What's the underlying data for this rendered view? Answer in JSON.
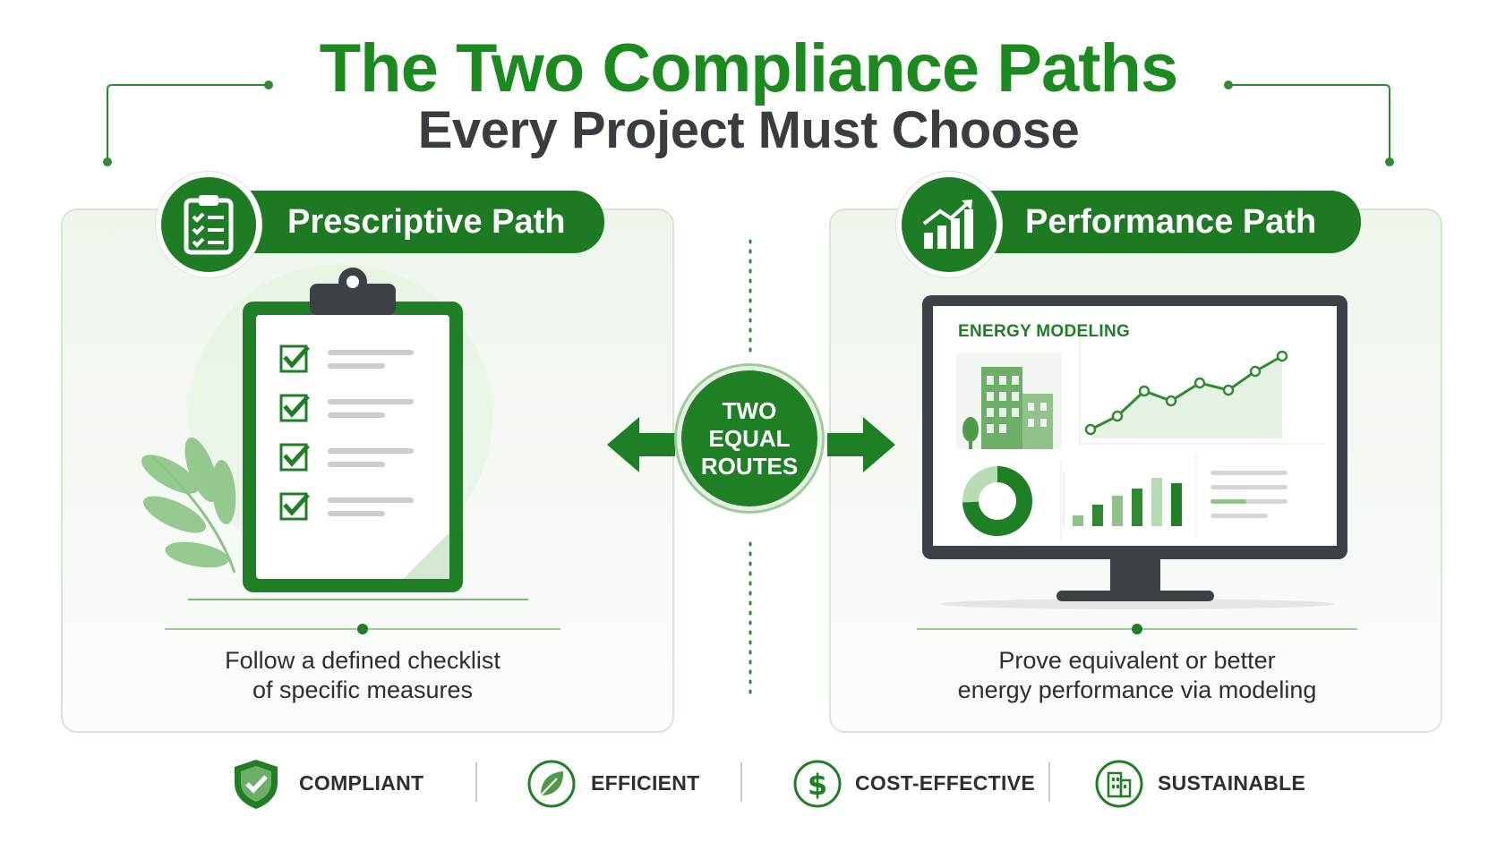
{
  "header": {
    "title": "The Two Compliance Paths",
    "subtitle": "Every Project Must Choose"
  },
  "left_path": {
    "label": "Prescriptive Path",
    "icon": "clipboard-check-icon",
    "description_line1": "Follow a defined checklist",
    "description_line2": "of specific measures"
  },
  "right_path": {
    "label": "Performance Path",
    "icon": "bar-chart-growth-icon",
    "dashboard_title": "ENERGY MODELING",
    "description_line1": "Prove equivalent or better",
    "description_line2": "energy performance via modeling"
  },
  "center": {
    "line1": "TWO",
    "line2": "EQUAL",
    "line3": "ROUTES"
  },
  "features": [
    {
      "label": "COMPLIANT",
      "icon": "shield-check-icon"
    },
    {
      "label": "EFFICIENT",
      "icon": "leaf-icon"
    },
    {
      "label": "COST-EFFECTIVE",
      "icon": "dollar-icon"
    },
    {
      "label": "SUSTAINABLE",
      "icon": "building-icon"
    }
  ],
  "colors": {
    "primary_green": "#1b8a1f",
    "dark_green": "#1d7a22",
    "text_dark": "#3a3d40",
    "panel_border": "#d5e7d3"
  }
}
